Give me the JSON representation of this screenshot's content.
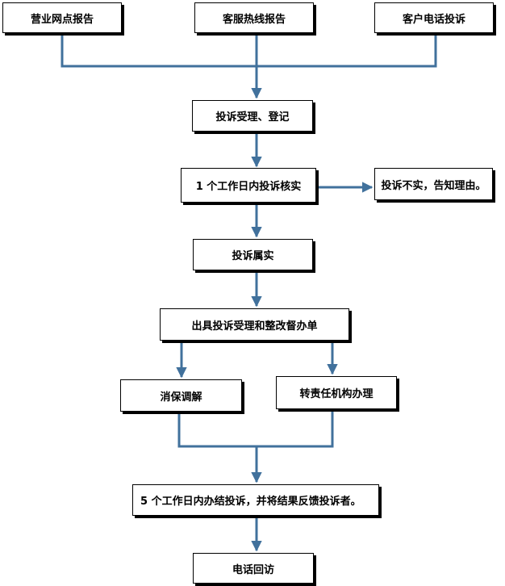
{
  "colors": {
    "connector": "#41719c",
    "box_border": "#000000",
    "box_fill": "#ffffff",
    "text": "#000000"
  },
  "nodes": {
    "sources": {
      "branch_report": "营业网点报告",
      "hotline_report": "客服热线报告",
      "phone_complaint": "客户电话投诉"
    },
    "accept_register": "投诉受理、登记",
    "verify_1day": "1 个工作日内投诉核实",
    "not_true": "投诉不实，告知理由。",
    "confirmed": "投诉属实",
    "issue_order": "出具投诉受理和整改督办单",
    "mediation": "消保调解",
    "transfer_dept": "转责任机构办理",
    "resolve_5days": "5 个工作日内办结投诉，并将结果反馈投诉者。",
    "callback": "电话回访"
  }
}
